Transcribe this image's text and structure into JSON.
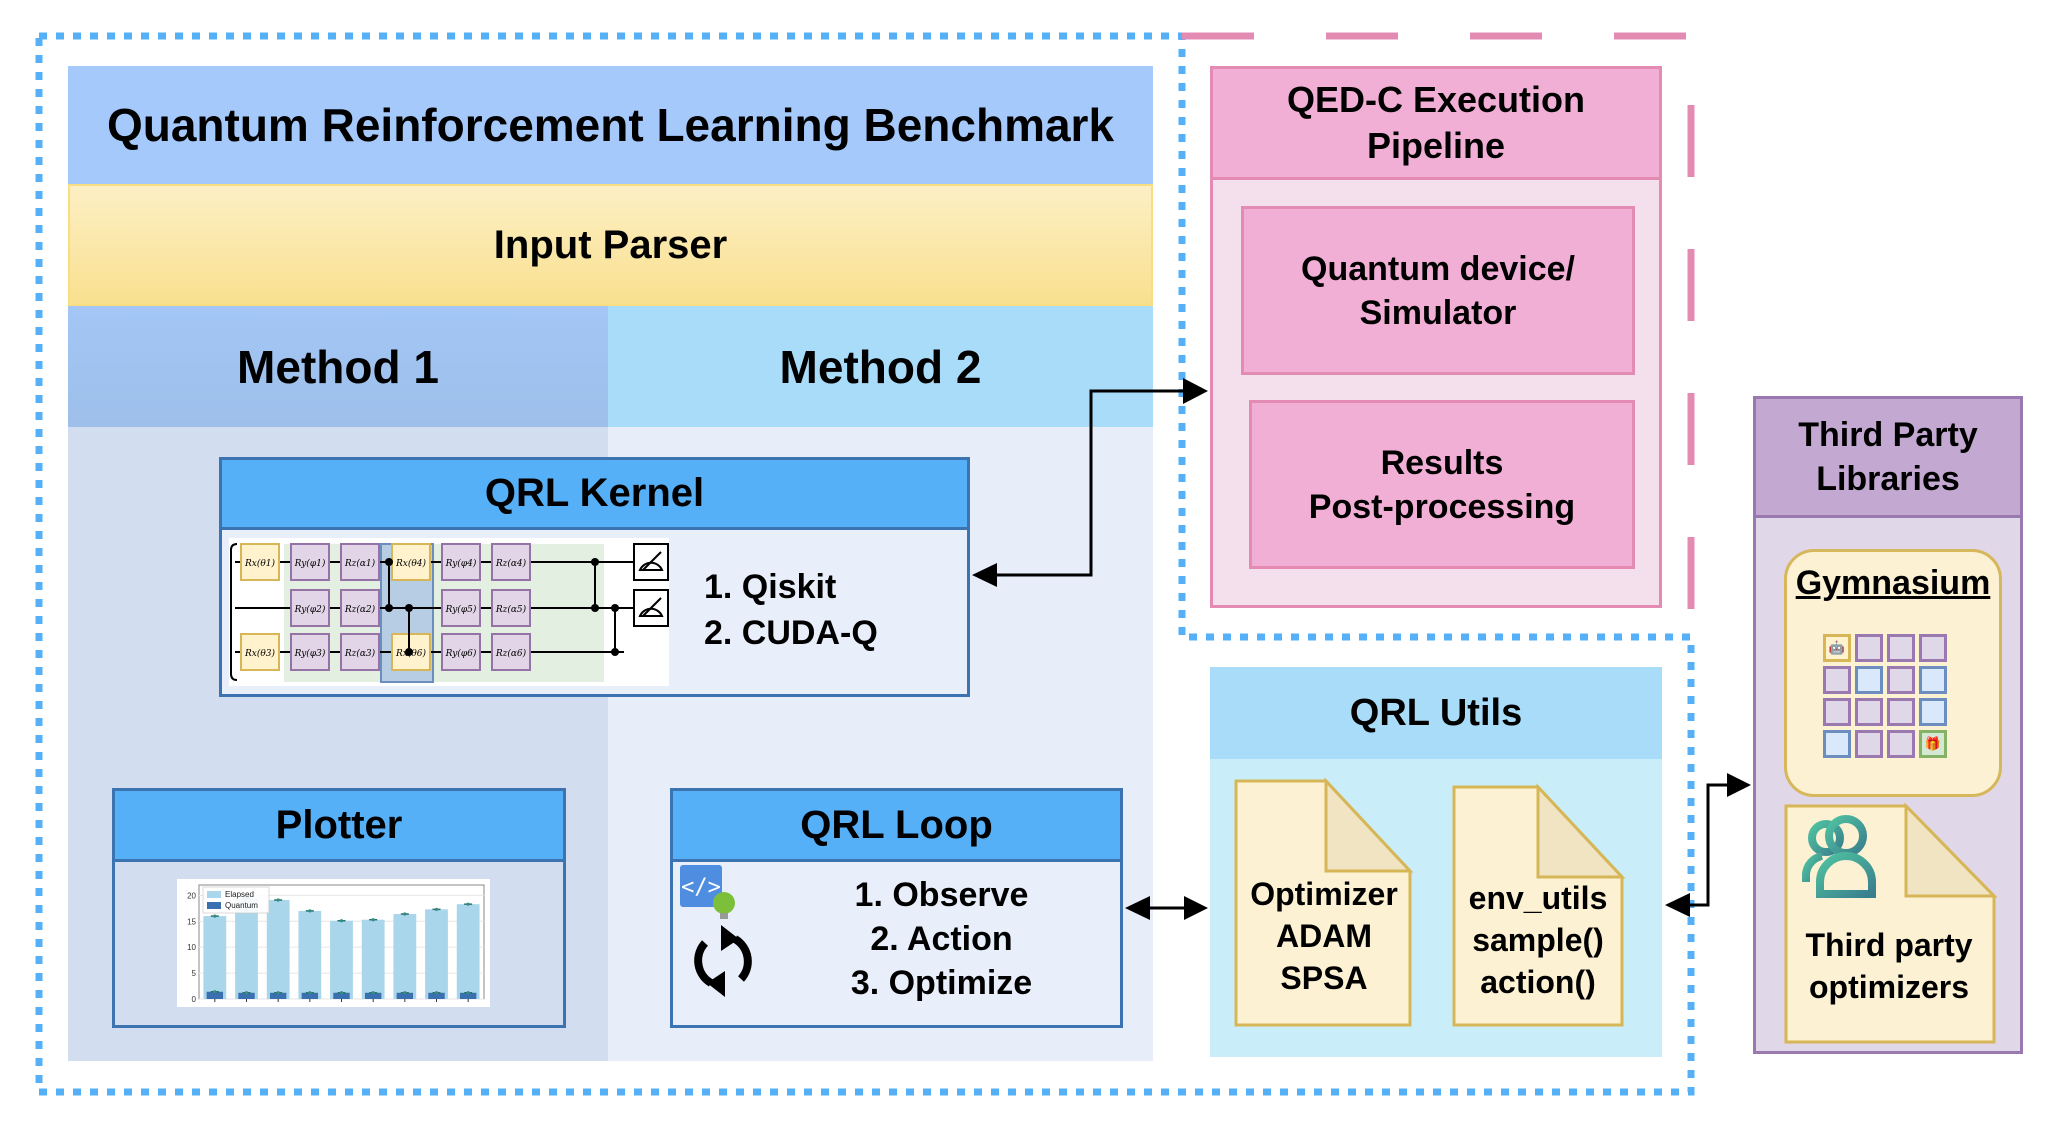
{
  "main": {
    "title": "Quantum Reinforcement Learning Benchmark",
    "input_parser": "Input Parser",
    "method1": "Method 1",
    "method2": "Method 2"
  },
  "kernel": {
    "title": "QRL Kernel",
    "items": [
      "1. Qiskit",
      "2. CUDA-Q"
    ],
    "circuit": {
      "rows": [
        [
          "Rx(θ1)",
          "Ry(φ1)",
          "Rz(α1)",
          "Rx(θ4)",
          "Ry(φ4)",
          "Rz(α4)"
        ],
        [
          "",
          "Ry(φ2)",
          "Rz(α2)",
          "",
          "Ry(φ5)",
          "Rz(α5)"
        ],
        [
          "Rx(θ3)",
          "Ry(φ3)",
          "Rz(α3)",
          "Rx(θ6)",
          "Ry(φ6)",
          "Rz(α6)"
        ]
      ],
      "measured_qubits": 2
    }
  },
  "plotter": {
    "title": "Plotter"
  },
  "chart_data": {
    "type": "bar",
    "title": "",
    "xlabel": "",
    "ylabel": "",
    "ylim": [
      0,
      22
    ],
    "yticks": [
      0,
      5,
      10,
      15,
      20
    ],
    "categories": [
      "1",
      "2",
      "3",
      "4",
      "5",
      "6",
      "7",
      "8",
      "9"
    ],
    "legend": "top-left",
    "series": [
      {
        "name": "Elapsed",
        "color": "#a9d6ea",
        "values": [
          16.0,
          19.5,
          19.1,
          17.0,
          15.1,
          15.3,
          16.4,
          17.3,
          18.3
        ]
      },
      {
        "name": "Quantum",
        "color": "#3a6fb0",
        "values": [
          1.4,
          1.2,
          1.2,
          1.2,
          1.2,
          1.2,
          1.2,
          1.2,
          1.2
        ]
      }
    ]
  },
  "loop": {
    "title": "QRL Loop",
    "items": [
      "1. Observe",
      "2. Action",
      "3. Optimize"
    ]
  },
  "qedc": {
    "title_line1": "QED-C Execution",
    "title_line2": "Pipeline",
    "device_line1": "Quantum device/",
    "device_line2": "Simulator",
    "results_line1": "Results",
    "results_line2": "Post-processing"
  },
  "utils": {
    "title": "QRL Utils",
    "optimizer": [
      "Optimizer",
      "ADAM",
      "SPSA"
    ],
    "env": [
      "env_utils",
      "sample()",
      "action()"
    ]
  },
  "third_party": {
    "title_line1": "Third Party",
    "title_line2": "Libraries",
    "gymnasium": "Gymnasium",
    "grid": [
      [
        "agent",
        "p",
        "p",
        "p"
      ],
      [
        "p",
        "b",
        "p",
        "b"
      ],
      [
        "p",
        "p",
        "p",
        "b"
      ],
      [
        "b",
        "p",
        "p",
        "goal"
      ]
    ],
    "optimizers_line1": "Third party",
    "optimizers_line2": "optimizers"
  },
  "colors": {
    "outer_border": "#56b0f7",
    "pipeline_border": "#e48bb4",
    "card_header": "#56b0f7",
    "arrow": "#000000"
  }
}
